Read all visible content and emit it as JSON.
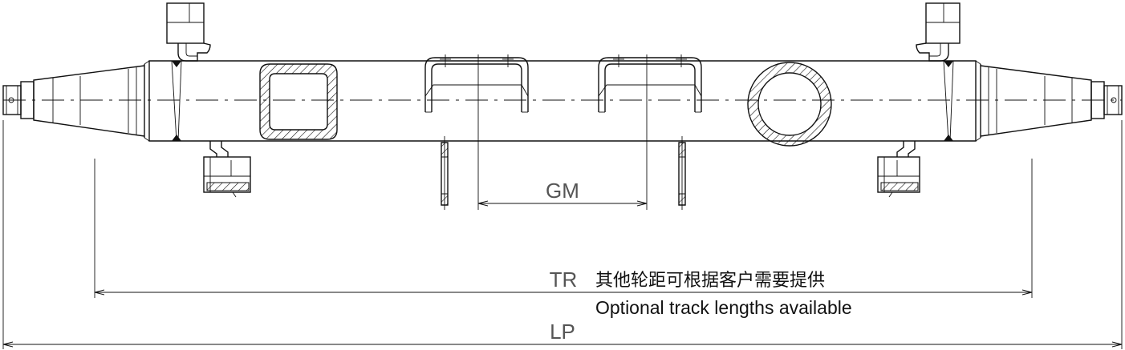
{
  "labels": {
    "gm": "GM",
    "tr": "TR",
    "lp": "LP",
    "note_cn": "其他轮距可根据客户需要提供",
    "note_en": "Optional track lengths available"
  },
  "colors": {
    "line": "#111111",
    "dim_text": "#555555",
    "background": "#ffffff"
  }
}
